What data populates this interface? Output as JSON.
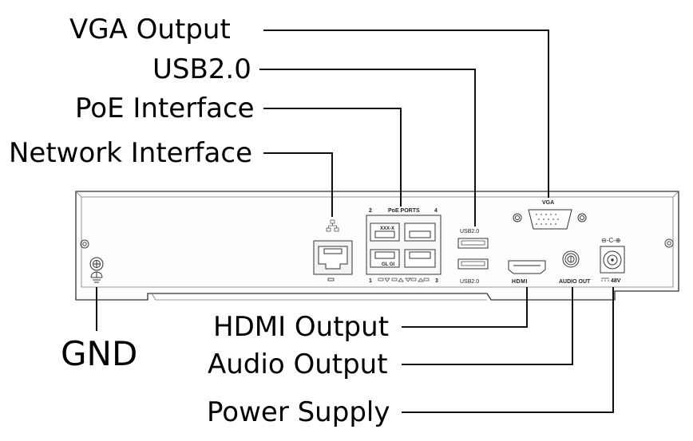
{
  "callouts": {
    "vga_output": "VGA Output",
    "usb": "USB2.0",
    "poe_interface": "PoE Interface",
    "network_interface": "Network Interface",
    "hdmi_output": "HDMI Output",
    "audio_output": "Audio Output",
    "power_supply": "Power Supply",
    "gnd": "GND"
  },
  "panel": {
    "vga": "VGA",
    "poe_ports": "PoE  PORTS",
    "port_num_1": "1",
    "port_num_2": "2",
    "port_num_3": "3",
    "port_num_4": "4",
    "port_xxx": "XXX-X",
    "port_glgi": "GL GI",
    "usb_top": "USB2.0",
    "usb_bottom": "USB2.0",
    "hdmi": "HDMI",
    "audio_out": "AUDIO OUT",
    "power_voltage": "48V",
    "polarity": "⊖-C-⊕"
  }
}
